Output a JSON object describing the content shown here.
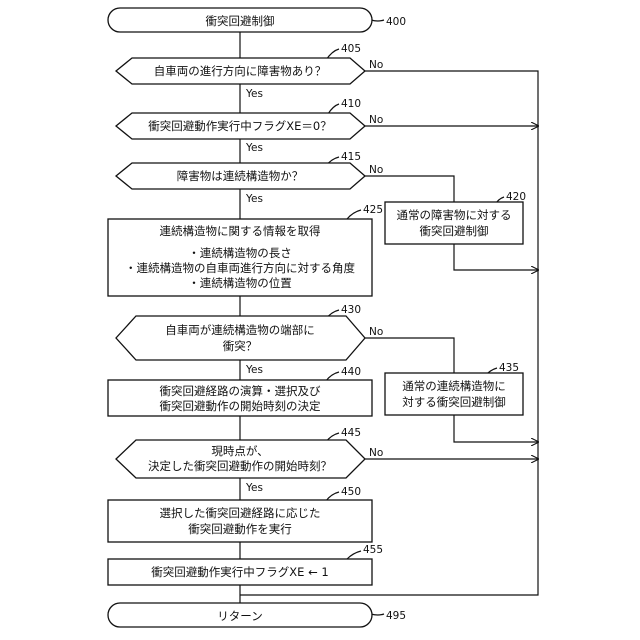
{
  "flowchart": {
    "start": {
      "text": "衝突回避制御",
      "ref": "400"
    },
    "d405": {
      "text": "自車両の進行方向に障害物あり？",
      "ref": "405"
    },
    "d410": {
      "text": "衝突回避動作実行中フラグXE＝0？",
      "ref": "410"
    },
    "d415": {
      "text": "障害物は連続構造物か？",
      "ref": "415"
    },
    "p420": {
      "line1": "通常の障害物に対する",
      "line2": "衝突回避制御",
      "ref": "420"
    },
    "p425": {
      "title": "連続構造物に関する情報を取得",
      "item1": "・連続構造物の長さ",
      "item2": "・連続構造物の自車両進行方向に対する角度",
      "item3": "・連続構造物の位置",
      "ref": "425"
    },
    "d430": {
      "line1": "自車両が連続構造物の端部に",
      "line2": "衝突？",
      "ref": "430"
    },
    "p435": {
      "line1": "通常の連続構造物に",
      "line2": "対する衝突回避制御",
      "ref": "435"
    },
    "p440": {
      "line1": "衝突回避経路の演算・選択及び",
      "line2": "衝突回避動作の開始時刻の決定",
      "ref": "440"
    },
    "d445": {
      "line1": "現時点が、",
      "line2": "決定した衝突回避動作の開始時刻？",
      "ref": "445"
    },
    "p450": {
      "line1": "選択した衝突回避経路に応じた",
      "line2": "衝突回避動作を実行",
      "ref": "450"
    },
    "p455": {
      "text": "衝突回避動作実行中フラグXE ← 1",
      "ref": "455"
    },
    "end": {
      "text": "リターン",
      "ref": "495"
    },
    "yes": "Yes",
    "no": "No"
  }
}
